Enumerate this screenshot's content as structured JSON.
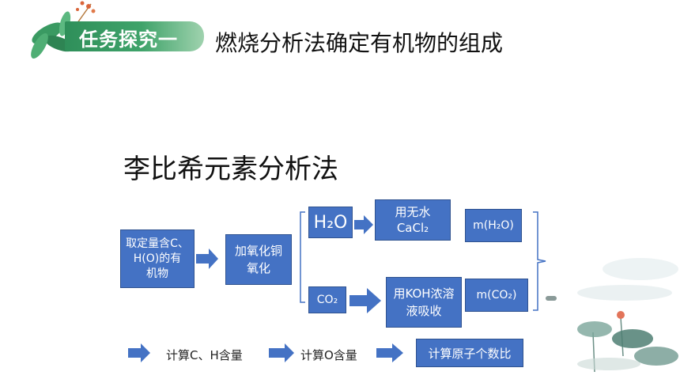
{
  "header": {
    "badge": "任务探究一",
    "title": "燃烧分析法确定有机物的组成"
  },
  "subtitle": "李比希元素分析法",
  "flow": {
    "sample": [
      "取定量含C、",
      "H(O)的有",
      "机物"
    ],
    "oxidize": [
      "加氧化铜",
      "氧化"
    ],
    "h2o": "H₂O",
    "co2": "CO₂",
    "absorb_h2o": [
      "用无水",
      "CaCl₂"
    ],
    "absorb_co2": [
      "用KOH浓溶",
      "液吸收"
    ],
    "m_h2o": "m(H₂O)",
    "m_co2": "m(CO₂)"
  },
  "steps": {
    "step1": "计算C、H含量",
    "step2": "计算O含量",
    "step3": "计算原子个数比"
  },
  "colors": {
    "box": "#4472c4",
    "badge": "#2f8f5a"
  }
}
